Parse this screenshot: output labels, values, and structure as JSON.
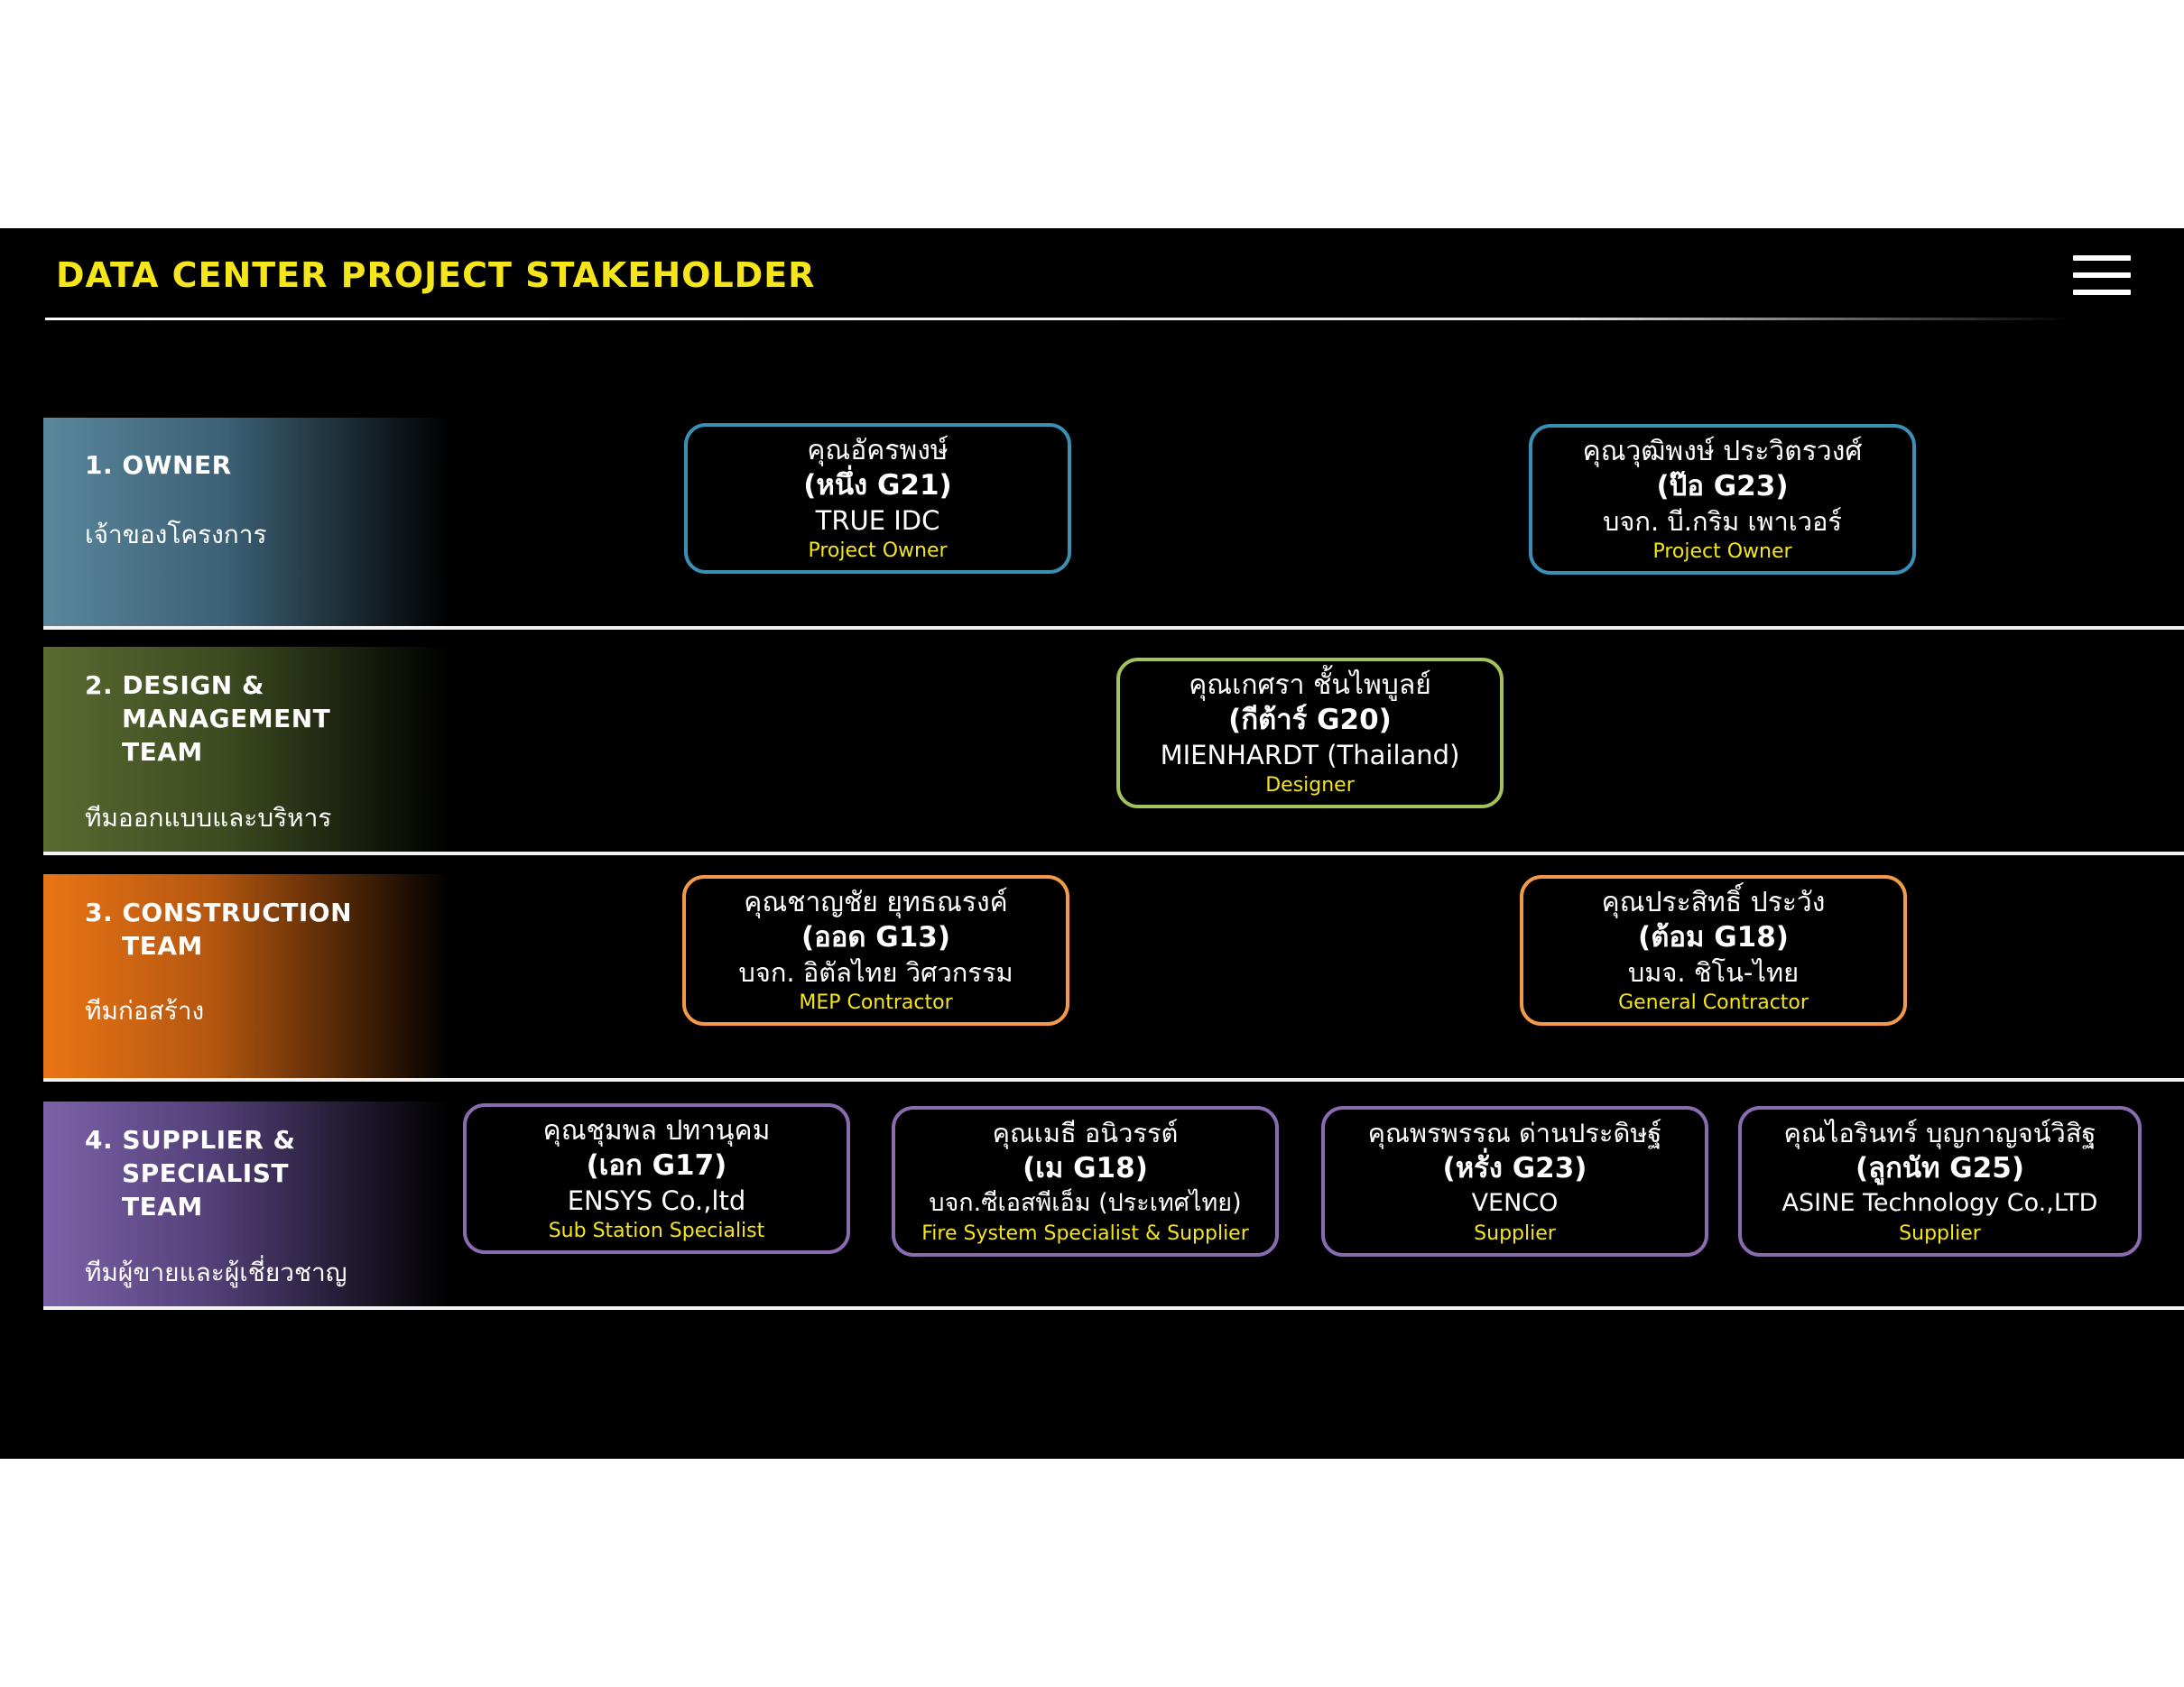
{
  "title": "DATA CENTER PROJECT STAKEHOLDER",
  "colors": {
    "title_yellow": "#f5e61c",
    "role_yellow": "#f5e61c",
    "owner_band": "#4f7e98",
    "design_band": "#586a2e",
    "construction_band": "#e8741a",
    "supplier_band": "#7a60a8",
    "owner_border": "#3a8fb4",
    "design_border": "#a3c25a",
    "construction_border": "#f39a4a",
    "supplier_border": "#8a6bb0"
  },
  "rows": [
    {
      "title": "1. OWNER",
      "subtitle": "เจ้าของโครงการ"
    },
    {
      "title": "2. DESIGN &\n    MANAGEMENT\n    TEAM",
      "subtitle": "ทีมออกแบบและบริหาร"
    },
    {
      "title": "3. CONSTRUCTION\n    TEAM",
      "subtitle": "ทีมก่อสร้าง"
    },
    {
      "title": "4. SUPPLIER &\n    SPECIALIST\n    TEAM",
      "subtitle": "ทีมผู้ขายและผู้เชี่ยวชาญ"
    }
  ],
  "cards": {
    "owner_1": {
      "name": "คุณอัครพงษ์",
      "nickname": "(หนึ่ง G21)",
      "company": "TRUE IDC",
      "role": "Project Owner"
    },
    "owner_2": {
      "name": "คุณวุฒิพงษ์ ประวิตรวงศ์",
      "nickname": "(ป๊อ G23)",
      "company": "บจก. บี.กริม เพาเวอร์",
      "role": "Project Owner"
    },
    "design_1": {
      "name": "คุณเกศรา ชั้นไพบูลย์",
      "nickname": "(กีต้าร์ G20)",
      "company": "MIENHARDT (Thailand)",
      "role": "Designer"
    },
    "construction_1": {
      "name": "คุณชาญชัย ยุทธณรงค์",
      "nickname": "(ออด G13)",
      "company": "บจก. อิตัลไทย วิศวกรรม",
      "role": "MEP Contractor"
    },
    "construction_2": {
      "name": "คุณประสิทธิ์ ประวัง",
      "nickname": "(ต้อม G18)",
      "company": "บมจ. ชิโน-ไทย",
      "role": "General Contractor"
    },
    "supplier_1": {
      "name": "คุณชุมพล ปทานุคม",
      "nickname": "(เอก G17)",
      "company": "ENSYS Co.,ltd",
      "role": "Sub Station Specialist"
    },
    "supplier_2": {
      "name": "คุณเมธี อนิวรรต์",
      "nickname": "(เม G18)",
      "company": "บจก.ซีเอสพีเอ็ม (ประเทศไทย)",
      "role": "Fire System Specialist & Supplier"
    },
    "supplier_3": {
      "name": "คุณพรพรรณ ด่านประดิษฐ์",
      "nickname": "(หรั่ง G23)",
      "company": "VENCO",
      "role": "Supplier"
    },
    "supplier_4": {
      "name": "คุณไอรินทร์ บุญกาญจน์วิสิฐ",
      "nickname": "(ลูกนัท G25)",
      "company": "ASINE Technology Co.,LTD",
      "role": "Supplier"
    }
  }
}
